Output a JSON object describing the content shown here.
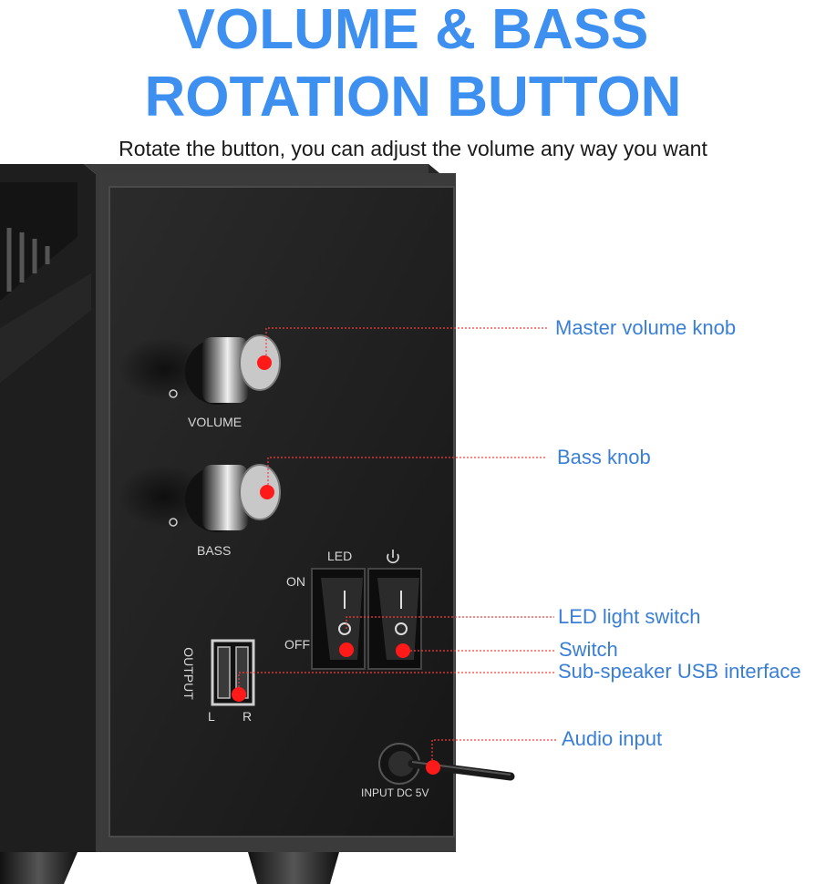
{
  "heading": {
    "line1": "VOLUME & BASS",
    "line2": "ROTATION BUTTON",
    "subtitle": "Rotate the button, you can adjust the volume any way you want"
  },
  "panel": {
    "volume": "VOLUME",
    "bass": "BASS",
    "led": "LED",
    "on": "ON",
    "off": "OFF",
    "output": "OUTPUT",
    "left": "L",
    "right": "R",
    "input": "INPUT DC 5V"
  },
  "callouts": {
    "master_volume": "Master volume knob",
    "bass": "Bass knob",
    "led_switch": "LED light switch",
    "switch": "Switch",
    "usb": "Sub-speaker USB interface",
    "audio_input": "Audio input"
  },
  "colors": {
    "title": "#3d8ff0",
    "callout": "#3a7fd6",
    "marker": "#ff1a1a"
  },
  "icons": {
    "power": "power-icon"
  }
}
